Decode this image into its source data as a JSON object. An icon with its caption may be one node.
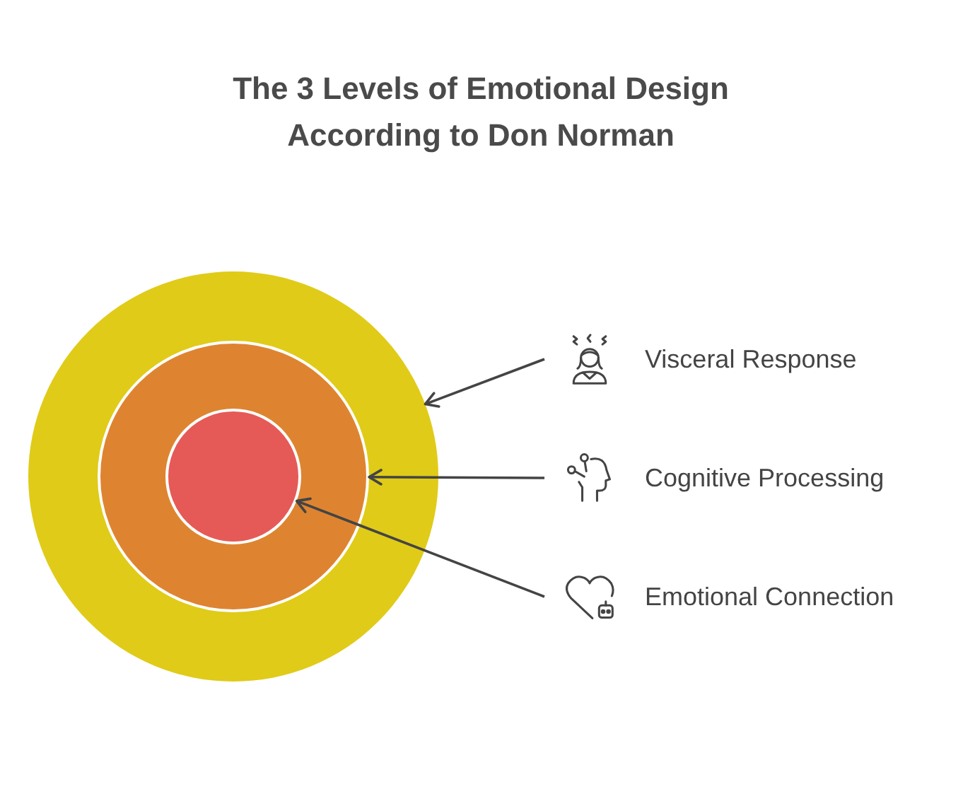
{
  "diagram": {
    "title": "The 3 Levels of Emotional Design According to Don Norman",
    "nodes": [
      {
        "text": [],
        "shape": "circle"
      },
      {
        "text": [],
        "shape": "circle",
        "in": 0
      },
      {
        "text": [],
        "shape": "circle",
        "in": 1
      },
      {
        "text": [
          "Visceral Response"
        ]
      },
      {
        "text": [
          "Cognitive Processing"
        ]
      },
      {
        "text": [
          "Emotional Connection"
        ]
      }
    ],
    "edges": [
      {
        "from": 3,
        "to": 0,
        "arrow": "to"
      },
      {
        "from": 4,
        "to": 1,
        "arrow": "to"
      },
      {
        "from": 5,
        "to": 2,
        "arrow": "to"
      }
    ]
  }
}
